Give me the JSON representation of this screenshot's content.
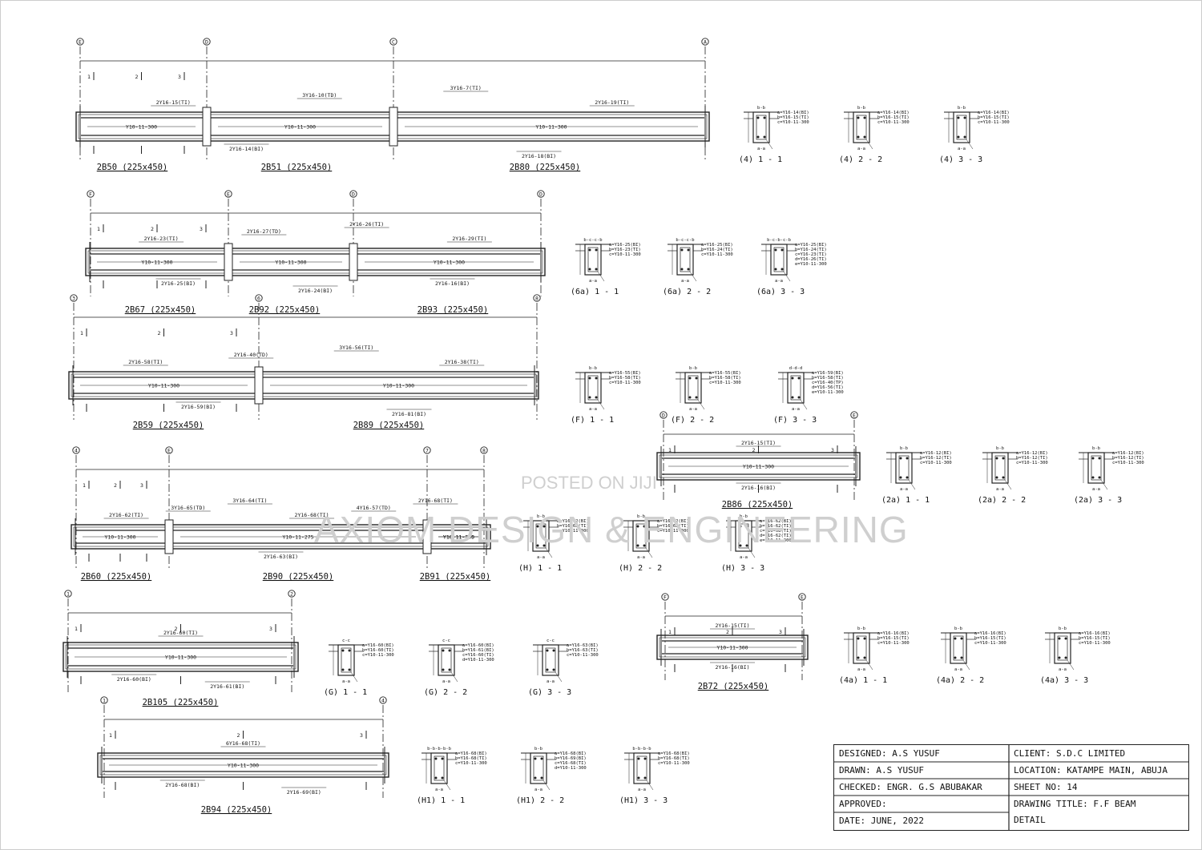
{
  "beam_groups": [
    {
      "id": "g1",
      "grids": [
        "E",
        "D",
        "C",
        "A"
      ],
      "beams": [
        "2B50 (225x450)",
        "2B51 (225x450)",
        "2B80 (225x450)"
      ],
      "bar_labels": [
        "2Y16-15(TI)",
        "3Y16-10(TD)",
        "3Y16-7(TI)",
        "2Y16-19(TI)",
        "2Y16-14(BI)",
        "2Y16-18(BI)",
        "Y10-11-300",
        "Y10-11-300",
        "Y10-11-300"
      ]
    },
    {
      "id": "g2",
      "grids": [
        "F",
        "E",
        "D",
        "D"
      ],
      "beams": [
        "2B67 (225x450)",
        "2B92 (225x450)",
        "2B93 (225x450)"
      ],
      "bar_labels": [
        "2Y16-23(TI)",
        "2Y16-27(TD)",
        "2Y16-26(TI)",
        "2Y16-29(TI)",
        "2Y16-25(BI)",
        "2Y16-24(BI)",
        "2Y16-16(BI)",
        "Y10-11-300",
        "Y10-11-300",
        "Y10-11-300"
      ]
    },
    {
      "id": "g3",
      "grids": [
        "3",
        "6",
        "8"
      ],
      "beams": [
        "2B59 (225x450)",
        "2B89 (225x450)"
      ],
      "bar_labels": [
        "2Y16-58(TI)",
        "2Y16-40(TD)",
        "3Y16-56(TI)",
        "2Y16-38(TI)",
        "2Y16-59(BI)",
        "2Y16-81(BI)",
        "Y10-11-300",
        "Y10-11-300"
      ]
    },
    {
      "id": "g4",
      "grids": [
        "4",
        "E",
        "7",
        "8"
      ],
      "beams": [
        "2B60 (225x450)",
        "2B90 (225x450)",
        "2B91 (225x450)"
      ],
      "bar_labels": [
        "2Y16-62(TI)",
        "3Y16-65(TD)",
        "3Y16-64(TI)",
        "2Y16-68(TI)",
        "4Y16-57(TD)",
        "2Y16-68(TI)",
        "2Y16-63(BI)",
        "Y10-11-300",
        "Y10-11-275",
        "Y10-11-300",
        "Y10-11-275"
      ]
    },
    {
      "id": "g5",
      "grids": [
        "1",
        "2"
      ],
      "beams": [
        "2B105 (225x450)"
      ],
      "bar_labels": [
        "2Y16-60(TI)",
        "2Y16-60(BI)",
        "2Y16-61(BI)",
        "Y10-11-300"
      ]
    },
    {
      "id": "g6",
      "grids": [
        "1",
        "4"
      ],
      "beams": [
        "2B94 (225x450)"
      ],
      "bar_labels": [
        "6Y16-68(TI)",
        "2Y16-68(BI)",
        "2Y16-69(BI)",
        "Y10-11-300"
      ]
    },
    {
      "id": "g7",
      "grids": [
        "D",
        "E"
      ],
      "beams": [
        "2B86 (225x450)"
      ],
      "bar_labels": [
        "2Y16-15(TI)",
        "2Y16-16(BI)",
        "Y10-11-300"
      ]
    },
    {
      "id": "g8",
      "grids": [
        "F",
        "E"
      ],
      "beams": [
        "2B72 (225x450)"
      ],
      "bar_labels": [
        "2Y16-15(TI)",
        "2Y16-16(BI)",
        "Y10-11-300"
      ]
    }
  ],
  "sections": [
    {
      "label": "(4) 1 - 1",
      "top": "b-b",
      "bar_text": [
        "a=Y16-14(BI)",
        "b=Y16-15(TI)",
        "c=Y10-11-300"
      ]
    },
    {
      "label": "(4) 2 - 2",
      "top": "b-b",
      "bar_text": [
        "a=Y16-14(BI)",
        "b=Y16-15(TI)",
        "c=Y10-11-300"
      ]
    },
    {
      "label": "(4) 3 - 3",
      "top": "b-b",
      "bar_text": [
        "a=Y16-14(BI)",
        "b=Y16-15(TI)",
        "c=Y10-11-300"
      ]
    },
    {
      "label": "(6a) 1 - 1",
      "top": "b-c-c-b",
      "bar_text": [
        "a=Y16-25(BI)",
        "b=Y16-23(TI)",
        "c=Y10-11-300"
      ]
    },
    {
      "label": "(6a) 2 - 2",
      "top": "b-c-c-b",
      "bar_text": [
        "a=Y16-25(BI)",
        "b=Y16-24(TI)",
        "c=Y10-11-300"
      ]
    },
    {
      "label": "(6a) 3 - 3",
      "top": "b-c-b-c-b",
      "bar_text": [
        "a=Y16-25(BI)",
        "b=Y16-24(TI)",
        "c=Y16-23(TI)",
        "d=Y16-26(TI)",
        "e=Y10-11-300"
      ]
    },
    {
      "label": "(F) 1 - 1",
      "top": "b-b",
      "bar_text": [
        "a=Y16-55(BI)",
        "b=Y16-58(TI)",
        "c=Y10-11-300"
      ]
    },
    {
      "label": "(F) 2 - 2",
      "top": "b-b",
      "bar_text": [
        "a=Y16-55(BI)",
        "b=Y16-58(TI)",
        "c=Y10-11-300"
      ]
    },
    {
      "label": "(F) 3 - 3",
      "top": "d-d-d",
      "bar_text": [
        "a=Y16-59(BI)",
        "b=Y16-58(TI)",
        "c=Y16-40(TP)",
        "d=Y16-56(TI)",
        "e=Y10-11-300"
      ]
    },
    {
      "label": "(2a) 1 - 1",
      "top": "b-b",
      "bar_text": [
        "a=Y16-12(BI)",
        "b=Y16-12(TI)",
        "c=Y10-11-300"
      ]
    },
    {
      "label": "(2a) 2 - 2",
      "top": "b-b",
      "bar_text": [
        "a=Y16-12(BI)",
        "b=Y16-12(TI)",
        "c=Y10-11-300"
      ]
    },
    {
      "label": "(2a) 3 - 3",
      "top": "b-b",
      "bar_text": [
        "a=Y16-12(BI)",
        "b=Y16-12(TI)",
        "c=Y10-11-300"
      ]
    },
    {
      "label": "(H) 1 - 1",
      "top": "b-b",
      "bar_text": [
        "a=Y16-62(BI)",
        "b=Y16-62(TI)",
        "c=Y10-11-300"
      ]
    },
    {
      "label": "(H) 2 - 2",
      "top": "b-b",
      "bar_text": [
        "a=Y16-62(BI)",
        "b=Y16-62(TI)",
        "c=Y10-11-300"
      ]
    },
    {
      "label": "(H) 3 - 3",
      "top": "b-b",
      "bar_text": [
        "a=Y16-62(BI)",
        "b=Y16-62(TI)",
        "c=Y16-68(TI)",
        "d=Y16-62(TI)",
        "e=Y10-11-300"
      ]
    },
    {
      "label": "(G) 1 - 1",
      "top": "c-c",
      "bar_text": [
        "a=Y16-60(BI)",
        "b=Y16-60(TI)",
        "c=Y10-11-300"
      ]
    },
    {
      "label": "(G) 2 - 2",
      "top": "c-c",
      "bar_text": [
        "a=Y16-60(BI)",
        "b=Y16-61(BI)",
        "c=Y16-60(TI)",
        "d=Y10-11-300"
      ]
    },
    {
      "label": "(G) 3 - 3",
      "top": "c-c",
      "bar_text": [
        "a=Y16-63(BI)",
        "b=Y16-63(TI)",
        "c=Y10-11-300"
      ]
    },
    {
      "label": "(4a) 1 - 1",
      "top": "b-b",
      "bar_text": [
        "a=Y16-16(BI)",
        "b=Y16-15(TI)",
        "c=Y10-11-300"
      ]
    },
    {
      "label": "(4a) 2 - 2",
      "top": "b-b",
      "bar_text": [
        "a=Y16-16(BI)",
        "b=Y16-15(TI)",
        "c=Y10-11-300"
      ]
    },
    {
      "label": "(4a) 3 - 3",
      "top": "b-b",
      "bar_text": [
        "a=Y16-16(BI)",
        "b=Y16-15(TI)",
        "c=Y10-11-300"
      ]
    },
    {
      "label": "(H1) 1 - 1",
      "top": "b-b-b-b-b",
      "bar_text": [
        "a=Y16-68(BI)",
        "b=Y16-68(TI)",
        "c=Y10-11-300"
      ]
    },
    {
      "label": "(H1) 2 - 2",
      "top": "b-b",
      "bar_text": [
        "a=Y16-68(BI)",
        "b=Y16-69(BI)",
        "c=Y16-68(TI)",
        "d=Y10-11-300"
      ]
    },
    {
      "label": "(H1) 3 - 3",
      "top": "b-b-b-b",
      "bar_text": [
        "a=Y16-68(BI)",
        "b=Y16-68(TI)",
        "c=Y10-11-300"
      ]
    }
  ],
  "title_block": {
    "designed": "DESIGNED: A.S YUSUF",
    "drawn": "DRAWN: A.S YUSUF",
    "checked": "CHECKED: ENGR. G.S ABUBAKAR",
    "approved": "APPROVED:",
    "date": "DATE: JUNE, 2022",
    "client": "CLIENT: S.D.C LIMITED",
    "location": "LOCATION: KATAMPE MAIN, ABUJA",
    "sheet": "SHEET NO: 14",
    "drawing_title": "DRAWING TITLE: F.F BEAM",
    "drawing_title_2": "DETAIL"
  },
  "watermark": {
    "posted": "POSTED ON JIJI",
    "company": "AXIOM DESIGN & ENGINEERING"
  }
}
